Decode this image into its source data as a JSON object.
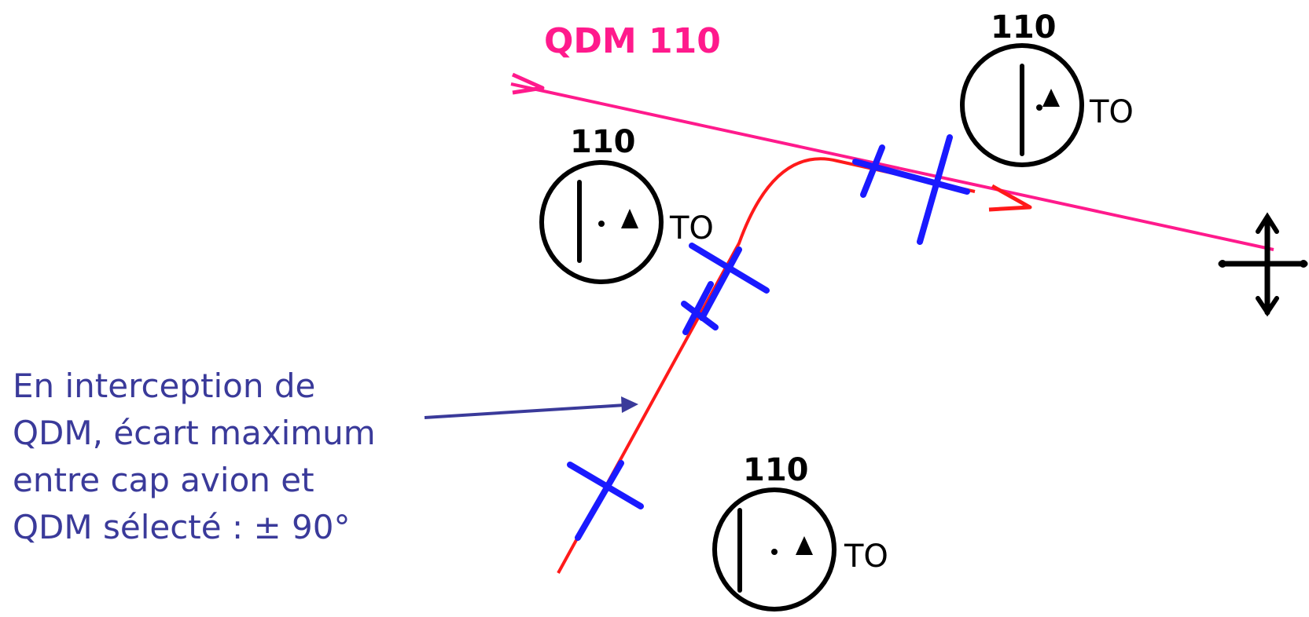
{
  "route_label": "QDM 110",
  "indicators": [
    {
      "course": "110",
      "to_from": "TO"
    },
    {
      "course": "110",
      "to_from": "TO"
    },
    {
      "course": "110",
      "to_from": "TO"
    }
  ],
  "annotation": {
    "lines": [
      "En interception de",
      "QDM, écart maximum",
      "entre cap avion et",
      "QDM sélecté : ± 90°"
    ]
  },
  "colors": {
    "qdm_line": "#ff1a8c",
    "track": "#ff1a1a",
    "ticks": "#1a1aff",
    "annotation": "#3a3a9a",
    "instrument": "#000000"
  }
}
